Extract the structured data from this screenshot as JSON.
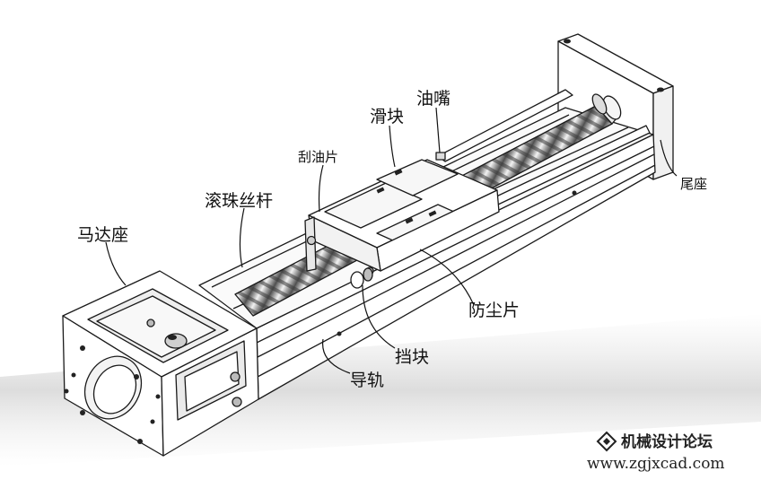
{
  "labels": {
    "motor_seat": "马达座",
    "ball_screw": "滚珠丝杆",
    "wiper": "刮油片",
    "slider": "滑块",
    "grease_nipple": "油嘴",
    "tail_seat": "尾座",
    "dust_cover": "防尘片",
    "stopper": "挡块",
    "guide_rail": "导轨"
  },
  "watermark": {
    "title": "机械设计论坛",
    "url": "www.zgjxcad.com"
  }
}
